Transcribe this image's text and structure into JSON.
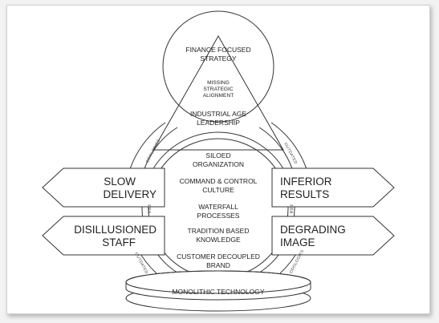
{
  "apex": {
    "title": [
      "FINANCE FOCUSED",
      "STRATEGY"
    ],
    "sub": [
      "MISSING",
      "STRATEGIC",
      "ALIGNMENT"
    ],
    "leadership": [
      "INDUSTRIAL AGE",
      "LEADERSHIP"
    ]
  },
  "center_items": [
    [
      "SILOED",
      "ORGANIZATION"
    ],
    [
      "COMMAND & CONTROL",
      "CULTURE"
    ],
    [
      "WATERFALL",
      "PROCESSES"
    ],
    [
      "TRADITION BASED",
      "KNOWLEDGE"
    ],
    [
      "CUSTOMER DECOUPLED",
      "BRAND"
    ]
  ],
  "arrows": {
    "slow_delivery": [
      "SLOW",
      "DELIVERY"
    ],
    "disillusioned_staff": [
      "DISILLUSIONED",
      "STAFF"
    ],
    "inferior_results": [
      "INFERIOR",
      "RESULTS"
    ],
    "degrading_image": [
      "DEGRADING",
      "IMAGE"
    ]
  },
  "base": "MONOLITHIC TECHNOLOGY",
  "band_labels": {
    "upper_left": "ODOLOGIES",
    "upper_right": "OUTDATED",
    "left_mid": "PRA",
    "right_mid": "PRA",
    "lower_left": "OUTDATED",
    "lower_right": "ODOLOGIES"
  },
  "colors": {
    "line": "#333333",
    "text": "#222222",
    "background": "#ffffff"
  }
}
